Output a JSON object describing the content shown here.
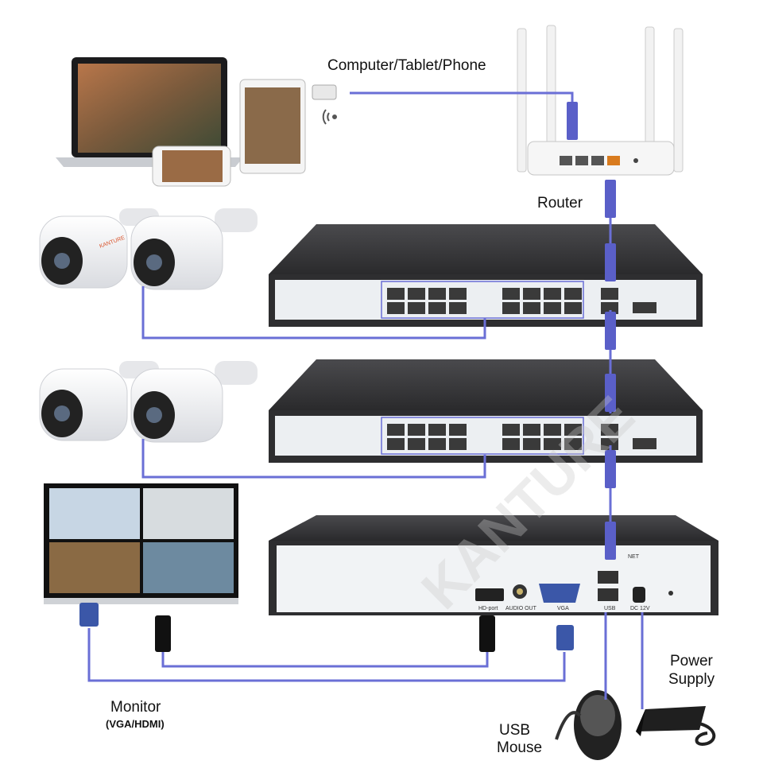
{
  "labels": {
    "devices": "Computer/Tablet/Phone",
    "router": "Router",
    "monitor": "Monitor",
    "monitor_sub": "(VGA/HDMI)",
    "usb_mouse_1": "USB",
    "usb_mouse_2": "Mouse",
    "power_1": "Power",
    "power_2": "Supply"
  },
  "watermark": "KANTURE",
  "camera_brand": "KANTURE",
  "nvr_ports": {
    "hd": "HD-port",
    "audio": "AUDIO OUT",
    "vga": "VGA",
    "usb": "USB",
    "dc": "DC 12V",
    "net": "NET"
  },
  "colors": {
    "cable": "#6a6fd6",
    "switch_body": "#2e2e30",
    "switch_panel": "#eceff2",
    "nvr_panel": "#f1f3f5"
  }
}
